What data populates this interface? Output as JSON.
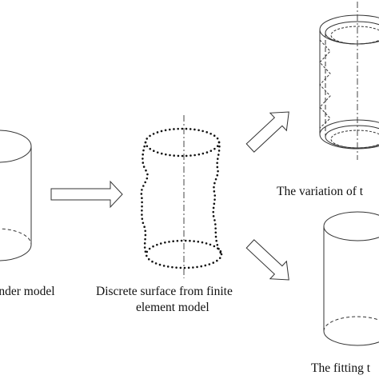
{
  "labels": {
    "cylinder_model": "ylinder model",
    "discrete_line1": "Discrete surface from finite",
    "discrete_line2": "element model",
    "variation": "The variation of t",
    "fitting": "The fitting t"
  },
  "colors": {
    "stroke": "#333333",
    "dots": "#111111",
    "background": "#ffffff"
  }
}
